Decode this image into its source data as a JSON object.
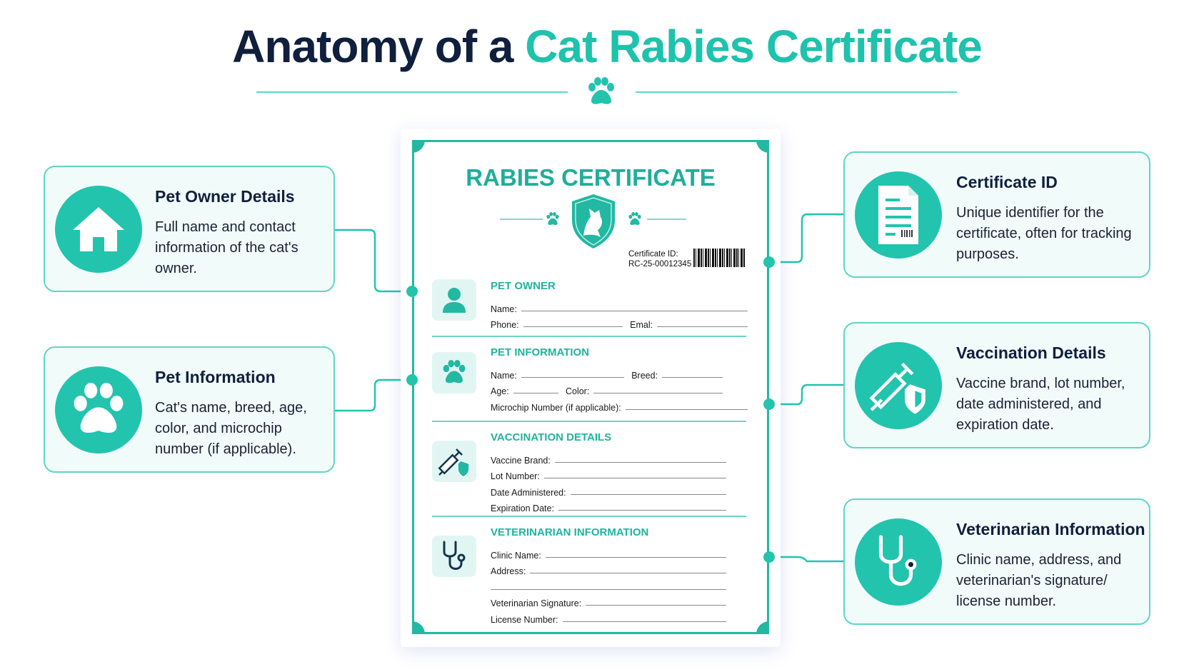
{
  "title": {
    "part1": "Anatomy of a ",
    "part2": "Cat Rabies Certificate"
  },
  "colors": {
    "accent": "#22c4ae",
    "navy": "#0f1f3d",
    "card_bg": "#f1fbfa"
  },
  "callouts": {
    "left": [
      {
        "icon": "house-icon",
        "title": "Pet Owner Details",
        "body": "Full name and contact information of the cat's owner."
      },
      {
        "icon": "paw-icon",
        "title": "Pet Information",
        "body": "Cat's name, breed, age, color, and microchip number (if applicable)."
      }
    ],
    "right": [
      {
        "icon": "document-icon",
        "title": "Certificate ID",
        "body": "Unique identifier for the certificate, often for tracking purposes."
      },
      {
        "icon": "syringe-shield-icon",
        "title": "Vaccination Details",
        "body": "Vaccine brand, lot number, date administered, and expiration date."
      },
      {
        "icon": "stethoscope-icon",
        "title": "Veterinarian Information",
        "body": "Clinic name, address, and veterinarian's signature/ license number."
      }
    ]
  },
  "certificate": {
    "title": "RABIES CERTIFICATE",
    "id_label": "Certificate ID:",
    "id_value": "RC-25-00012345",
    "sections": {
      "owner": {
        "heading": "PET OWNER",
        "name": "Name:",
        "phone": "Phone:",
        "email": "Emal:"
      },
      "pet": {
        "heading": "PET INFORMATION",
        "name": "Name:",
        "breed": "Breed:",
        "age": "Age:",
        "color": "Color:",
        "microchip": "Microchip Number (if applicable):"
      },
      "vacc": {
        "heading": "VACCINATION DETAILS",
        "fields": [
          "Vaccine Brand:",
          "Lot Number:",
          "Date Administered:",
          "Expiration Date:"
        ]
      },
      "vet": {
        "heading": "VETERINARIAN INFORMATION",
        "clinic": "Clinic Name:",
        "address": "Address:",
        "signature": "Veterinarian Signature:",
        "license": "License Number:"
      }
    }
  }
}
